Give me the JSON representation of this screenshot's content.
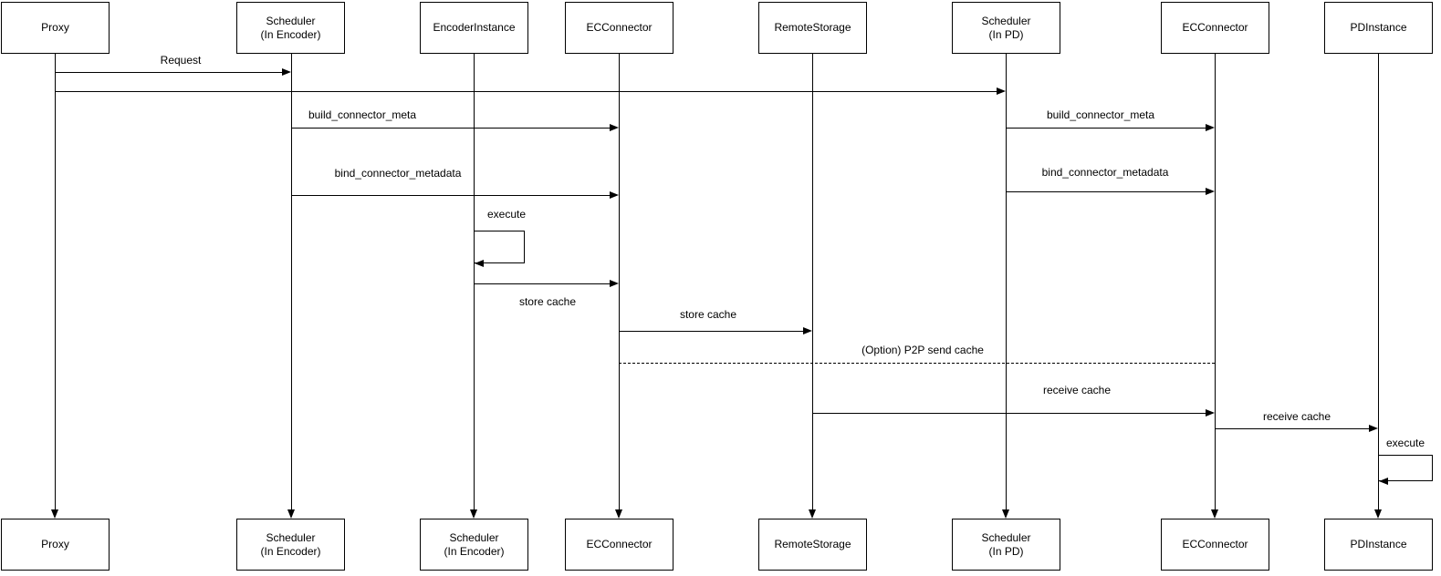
{
  "diagram": {
    "type": "uml-sequence-diagram",
    "colors": {
      "stroke": "#000000",
      "background": "#ffffff",
      "text": "#000000"
    },
    "actors": [
      {
        "id": "proxy",
        "top_label": "Proxy",
        "bottom_label": "Proxy"
      },
      {
        "id": "scheduler-encoder",
        "top_label": "Scheduler\n(In Encoder)",
        "bottom_label": "Scheduler\n(In Encoder)"
      },
      {
        "id": "encoder-instance",
        "top_label": "EncoderInstance",
        "bottom_label": "Scheduler\n(In Encoder)"
      },
      {
        "id": "ec-connector-1",
        "top_label": "ECConnector",
        "bottom_label": "ECConnector"
      },
      {
        "id": "remote-storage",
        "top_label": "RemoteStorage",
        "bottom_label": "RemoteStorage"
      },
      {
        "id": "scheduler-pd",
        "top_label": "Scheduler\n(In PD)",
        "bottom_label": "Scheduler\n(In PD)"
      },
      {
        "id": "ec-connector-2",
        "top_label": "ECConnector",
        "bottom_label": "ECConnector"
      },
      {
        "id": "pd-instance",
        "top_label": "PDInstance",
        "bottom_label": "PDInstance"
      }
    ],
    "messages": [
      {
        "label": "Request",
        "from": "Proxy",
        "to": "Scheduler (In Encoder)",
        "line": "solid",
        "arrow": "filled"
      },
      {
        "label": "",
        "from": "Proxy",
        "to": "Scheduler (In PD)",
        "line": "solid",
        "arrow": "filled"
      },
      {
        "label": "build_connector_meta",
        "from": "Scheduler (In Encoder)",
        "to": "ECConnector",
        "line": "solid",
        "arrow": "filled"
      },
      {
        "label": "build_connector_meta",
        "from": "Scheduler (In PD)",
        "to": "ECConnector (right)",
        "line": "solid",
        "arrow": "filled"
      },
      {
        "label": "bind_connector_metadata",
        "from": "Scheduler (In Encoder)",
        "to": "ECConnector",
        "line": "solid",
        "arrow": "filled"
      },
      {
        "label": "bind_connector_metadata",
        "from": "Scheduler (In PD)",
        "to": "ECConnector (right)",
        "line": "solid",
        "arrow": "filled"
      },
      {
        "label": "execute",
        "from": "EncoderInstance",
        "to": "EncoderInstance",
        "line": "solid",
        "arrow": "filled",
        "self": true
      },
      {
        "label": "store cache",
        "from": "EncoderInstance",
        "to": "ECConnector",
        "line": "solid",
        "arrow": "filled"
      },
      {
        "label": "store cache",
        "from": "ECConnector",
        "to": "RemoteStorage",
        "line": "solid",
        "arrow": "filled"
      },
      {
        "label": "(Option) P2P send cache",
        "from": "ECConnector",
        "to": "ECConnector (right)",
        "line": "dashed",
        "arrow": "none"
      },
      {
        "label": "receive cache",
        "from": "RemoteStorage",
        "to": "ECConnector (right)",
        "line": "solid",
        "arrow": "filled"
      },
      {
        "label": "receive cache",
        "from": "ECConnector (right)",
        "to": "PDInstance",
        "line": "solid",
        "arrow": "filled"
      },
      {
        "label": "execute",
        "from": "PDInstance",
        "to": "PDInstance",
        "line": "solid",
        "arrow": "filled",
        "self": true
      }
    ]
  }
}
